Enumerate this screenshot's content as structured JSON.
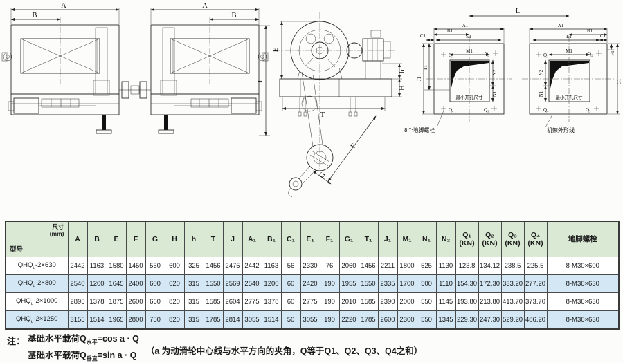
{
  "drawing": {
    "front": {
      "a": "A",
      "b": "B",
      "j": "J"
    },
    "side": {
      "e": "E",
      "h_small": "h",
      "h_big": "H",
      "t": "T",
      "f": "F",
      "g": "G"
    },
    "plan": {
      "l": "L",
      "a1": "A1",
      "b1": "B1",
      "c1": "C1",
      "e1": "E1",
      "f1": "F1",
      "g1": "G1",
      "j1": "J1",
      "t1": "T1",
      "m1": "M1",
      "n1": "N1",
      "n2": "N2",
      "q1": "Q₁",
      "q2": "Q₂",
      "q3": "Q₃",
      "q4": "Q₄",
      "opening": "最小开孔尺寸",
      "anchor": "8个地脚螺栓",
      "frame": "机架外形线"
    }
  },
  "table": {
    "corner": {
      "top": "尺寸\n(mm)",
      "bottom": "型号"
    },
    "columns": [
      "A",
      "B",
      "E",
      "F",
      "G",
      "H",
      "h",
      "T",
      "J",
      "A₁",
      "B₁",
      "C₁",
      "E₁",
      "F₁",
      "G₁",
      "T₁",
      "J₁",
      "M₁",
      "N₁",
      "N₂",
      "Q₁\n(KN)",
      "Q₂\n(KN)",
      "Q₃\n(KN)",
      "Q₄\n(KN)",
      "地脚螺栓"
    ],
    "rows": [
      {
        "model": {
          "pre": "QHQ",
          "sub": "u",
          "post": "-2×630"
        },
        "values": [
          "2442",
          "1163",
          "1580",
          "1450",
          "550",
          "600",
          "325",
          "1456",
          "2475",
          "2442",
          "1163",
          "56",
          "2330",
          "76",
          "2060",
          "1456",
          "2211",
          "1800",
          "525",
          "1130",
          "123.8",
          "134.12",
          "238.5",
          "225.5",
          "8-M30×600"
        ]
      },
      {
        "model": {
          "pre": "QHQ",
          "sub": "u",
          "post": "-2×800"
        },
        "values": [
          "2540",
          "1200",
          "1645",
          "2400",
          "600",
          "620",
          "315",
          "1550",
          "2569",
          "2540",
          "1200",
          "60",
          "2420",
          "190",
          "1955",
          "1550",
          "2335",
          "1700",
          "500",
          "1110",
          "154.30",
          "172.30",
          "333.20",
          "277.20",
          "8-M36×630"
        ]
      },
      {
        "model": {
          "pre": "QHQ",
          "sub": "u",
          "post": "-2×1000"
        },
        "values": [
          "2895",
          "1378",
          "1875",
          "2600",
          "660",
          "820",
          "315",
          "1585",
          "2604",
          "2775",
          "1378",
          "60",
          "2775",
          "190",
          "2010",
          "1585",
          "2390",
          "2000",
          "550",
          "1145",
          "193.80",
          "213.80",
          "413.70",
          "373.70",
          "8-M36×630"
        ]
      },
      {
        "model": {
          "pre": "QHQ",
          "sub": "u",
          "post": "-2×1250"
        },
        "values": [
          "3155",
          "1514",
          "1965",
          "2800",
          "750",
          "820",
          "315",
          "1785",
          "2814",
          "3055",
          "1514",
          "50",
          "3055",
          "190",
          "2220",
          "1785",
          "2600",
          "2300",
          "550",
          "1345",
          "229.30",
          "247.30",
          "529.20",
          "486.20",
          "8-M36×630"
        ]
      }
    ]
  },
  "note": {
    "label": "注：",
    "f1": {
      "pre": "基础水平载荷Q",
      "sub": "水平",
      "post": "=cos a · Q"
    },
    "f2": {
      "pre": "基础水平载荷Q",
      "sub": "垂直",
      "post": "=sin a · Q"
    },
    "paren": "（a 为动滑轮中心线与水平方向的夹角，Q等于Q1、Q2、Q3、Q4之和）"
  }
}
